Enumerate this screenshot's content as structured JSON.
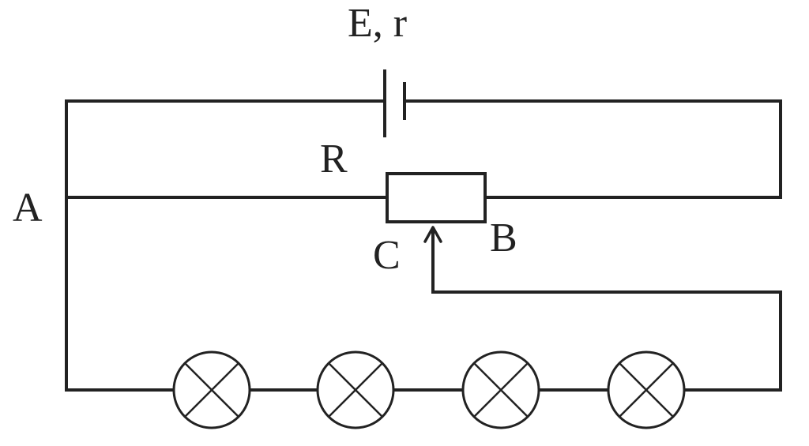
{
  "labels": {
    "source": "E, r",
    "resistor": "R",
    "node_a": "A",
    "node_b": "B",
    "node_c": "C"
  },
  "components": {
    "lamp_count": 4
  },
  "colors": {
    "line": "#222222",
    "background": "#ffffff"
  }
}
